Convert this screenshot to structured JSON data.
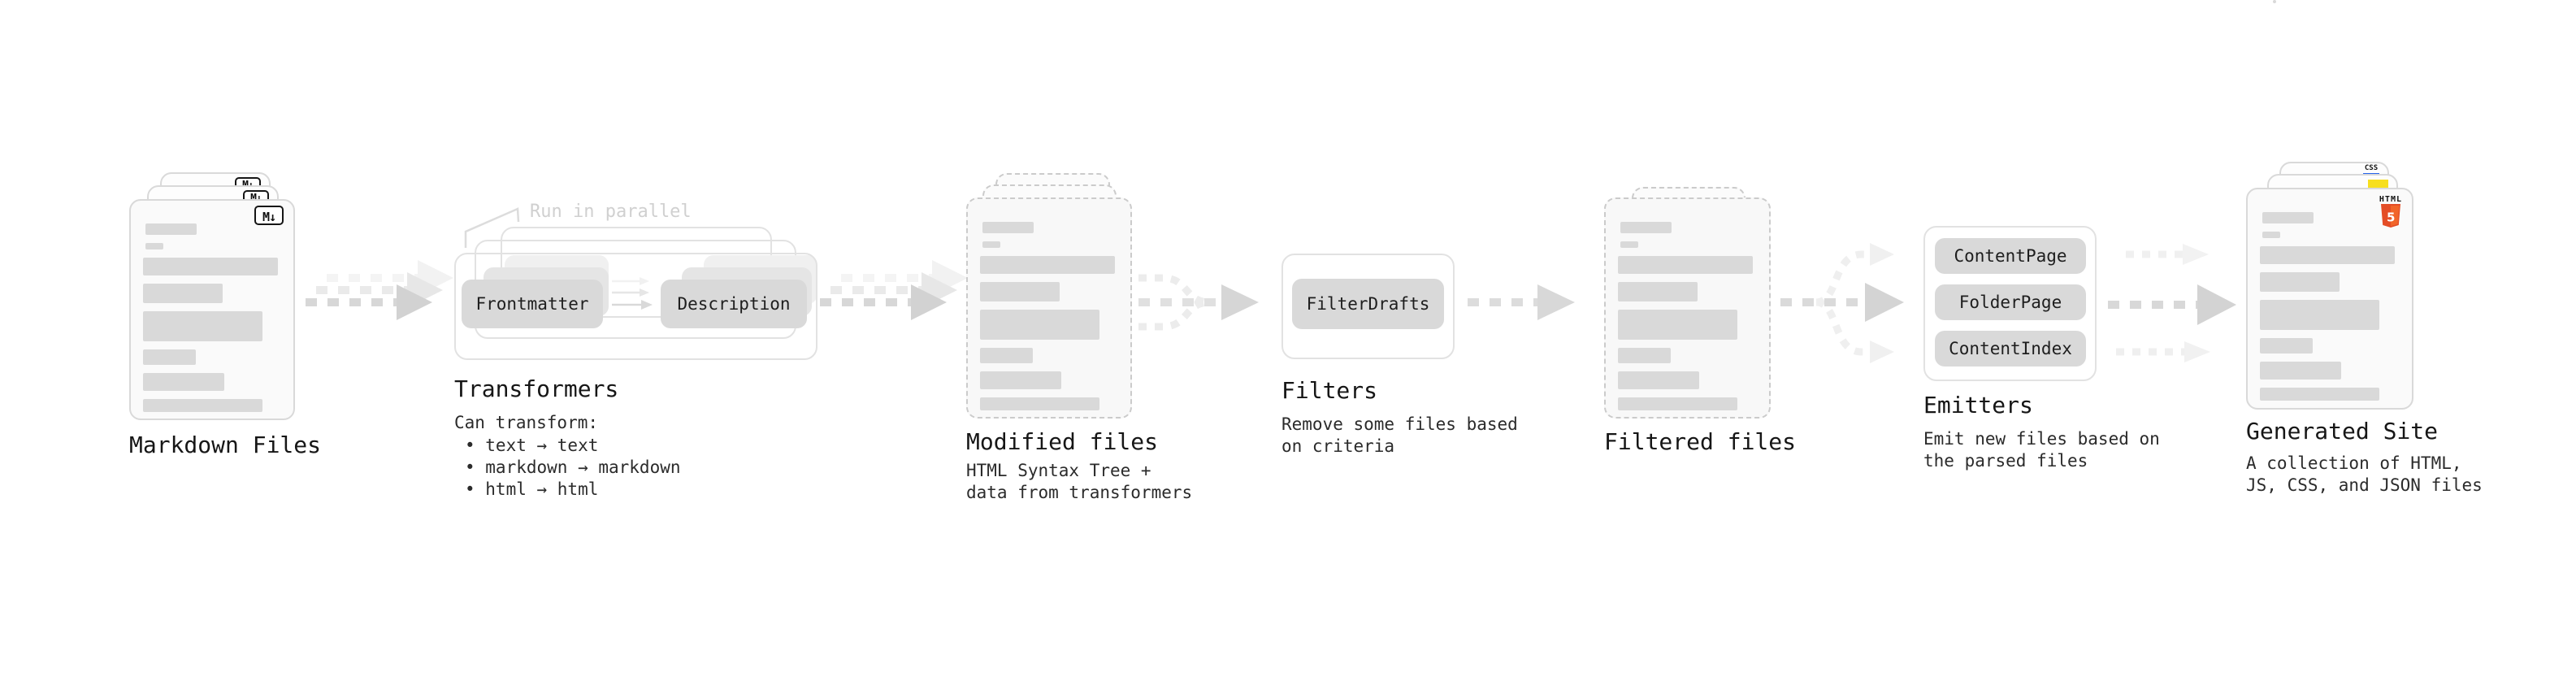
{
  "pipeline": {
    "markdown_files": {
      "title": "Markdown Files",
      "badge": "M↓"
    },
    "transformers": {
      "title": "Transformers",
      "note": "Run in parallel",
      "steps": [
        "Frontmatter",
        "Description"
      ],
      "caption_heading": "Can transform:",
      "bullets": [
        "• text → text",
        "• markdown → markdown",
        "• html → html"
      ]
    },
    "modified_files": {
      "title": "Modified files",
      "caption": "HTML Syntax Tree +\ndata from transformers"
    },
    "filters": {
      "title": "Filters",
      "steps": [
        "FilterDrafts"
      ],
      "caption": "Remove some files based\non criteria"
    },
    "filtered_files": {
      "title": "Filtered files"
    },
    "emitters": {
      "title": "Emitters",
      "steps": [
        "ContentPage",
        "FolderPage",
        "ContentIndex"
      ],
      "caption": "Emit new files based on\nthe parsed files"
    },
    "generated_site": {
      "title": "Generated Site",
      "caption": "A collection of HTML,\nJS, CSS, and JSON files",
      "badges": {
        "css_label": "CSS",
        "html_label": "HTML",
        "html_number": "5"
      }
    },
    "colors": {
      "html5_orange": "#e44d26",
      "js_yellow": "#f7df1e",
      "css_blue": "#2563eb"
    }
  }
}
